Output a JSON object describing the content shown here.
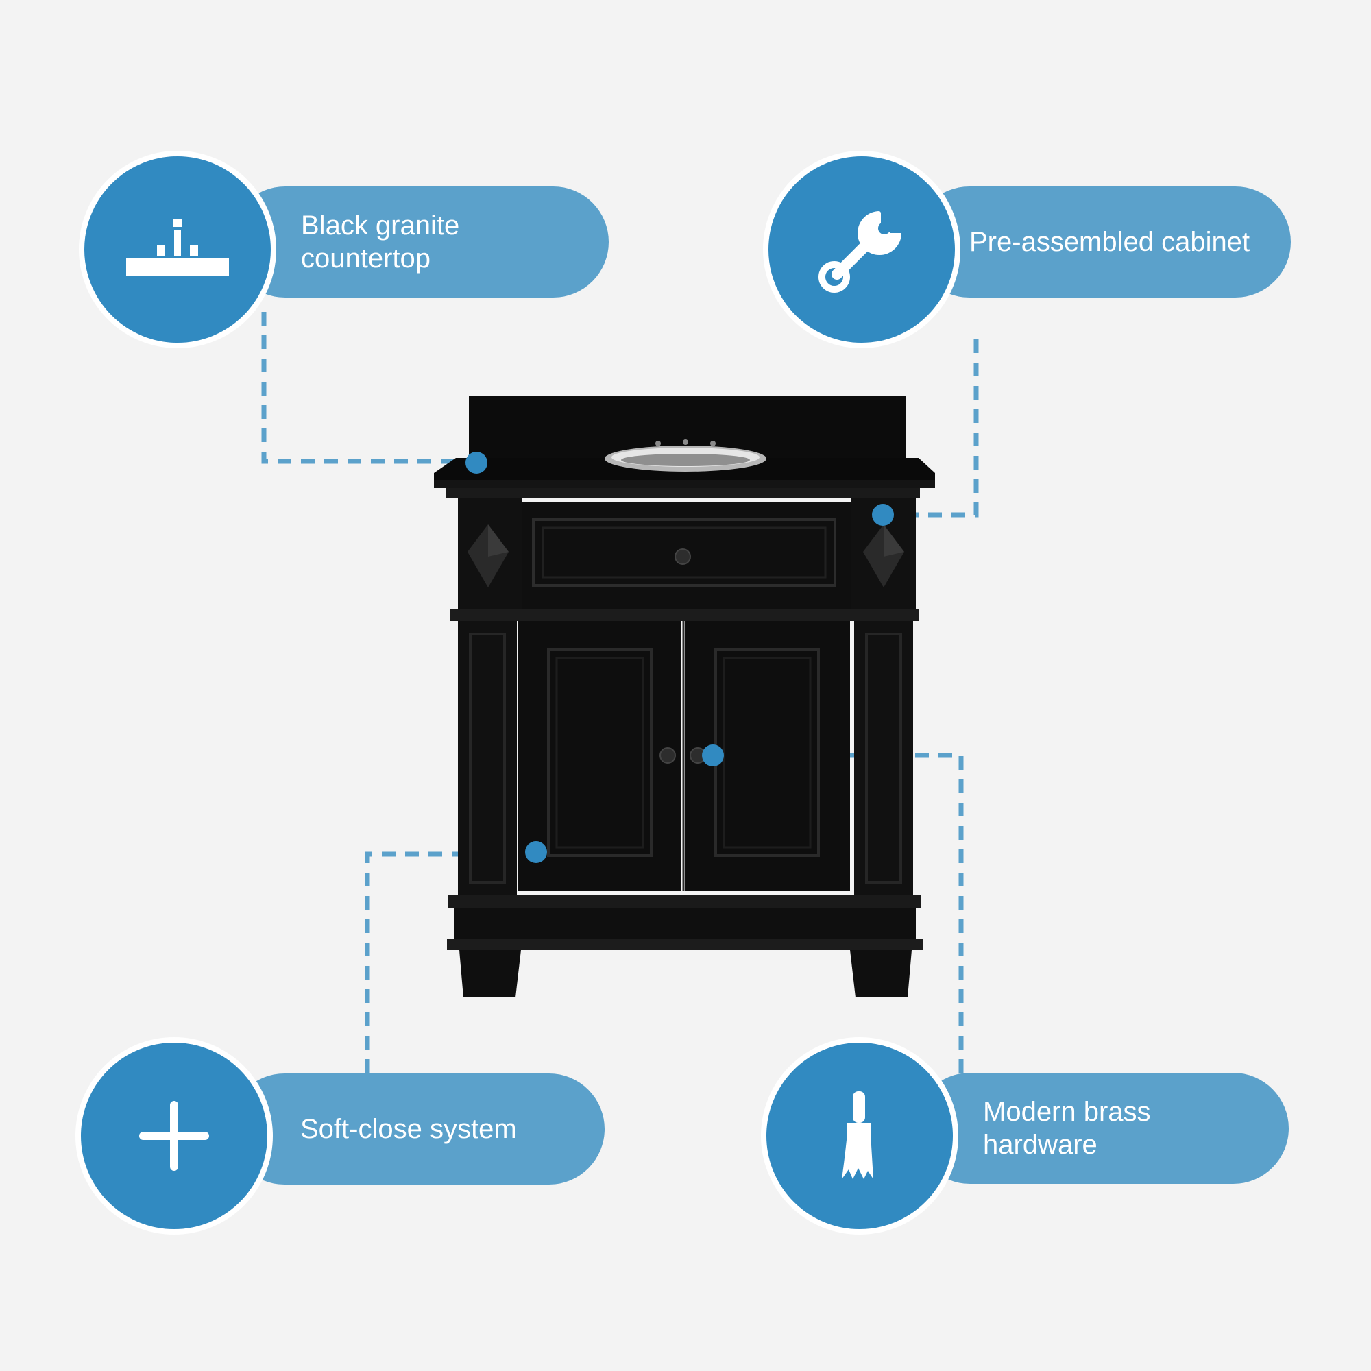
{
  "colors": {
    "background": "#f3f3f3",
    "circle_blue": "#318ac1",
    "pill_blue": "#5ba1cb",
    "connector_blue": "#5ba1cb",
    "dot_blue": "#318ac1",
    "vanity_black": "#0e0e0e"
  },
  "callouts": [
    {
      "label": "Black granite\ncountertop",
      "icon": "sink-faucet-icon"
    },
    {
      "label": "Pre-assembled cabinet",
      "icon": "wrench-icon"
    },
    {
      "label": "Soft-close system",
      "icon": "plus-icon"
    },
    {
      "label": "Modern brass\nhardware",
      "icon": "paint-brush-icon"
    }
  ]
}
